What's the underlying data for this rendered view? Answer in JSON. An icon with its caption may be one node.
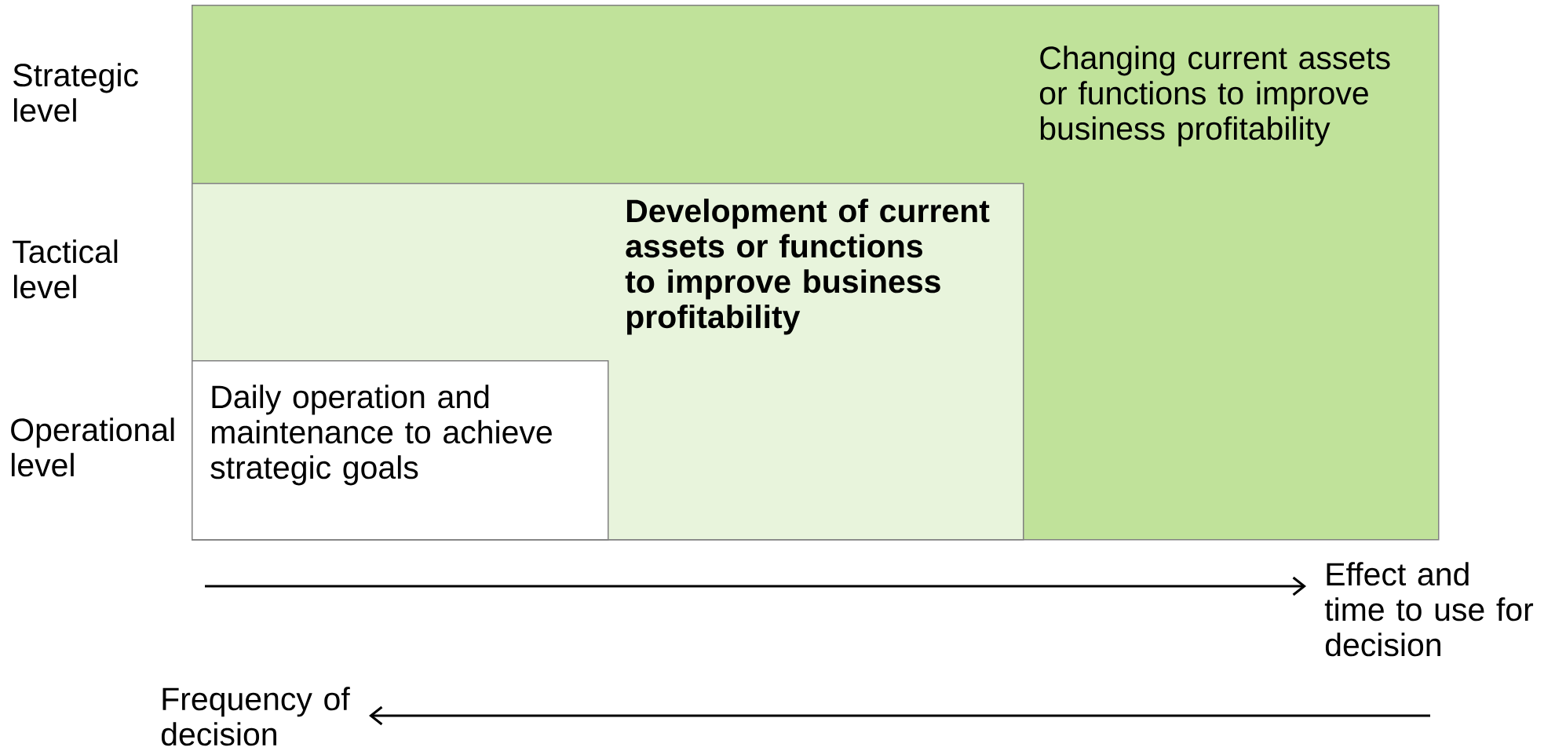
{
  "diagram": {
    "nodes": [
      {
        "text": [
          "Changing current assets or functions to improve business profitability"
        ]
      },
      {
        "text": [
          "Development of current assets or functions to improve business profitability"
        ],
        "in": 0
      },
      {
        "text": [
          "Daily operation and maintenance to achieve strategic goals"
        ],
        "in": 1
      }
    ],
    "labels": [
      "Strategic level",
      "Tactical level",
      "Operational level",
      "Effect  and time to use for decision",
      "Frequency of decision"
    ]
  }
}
